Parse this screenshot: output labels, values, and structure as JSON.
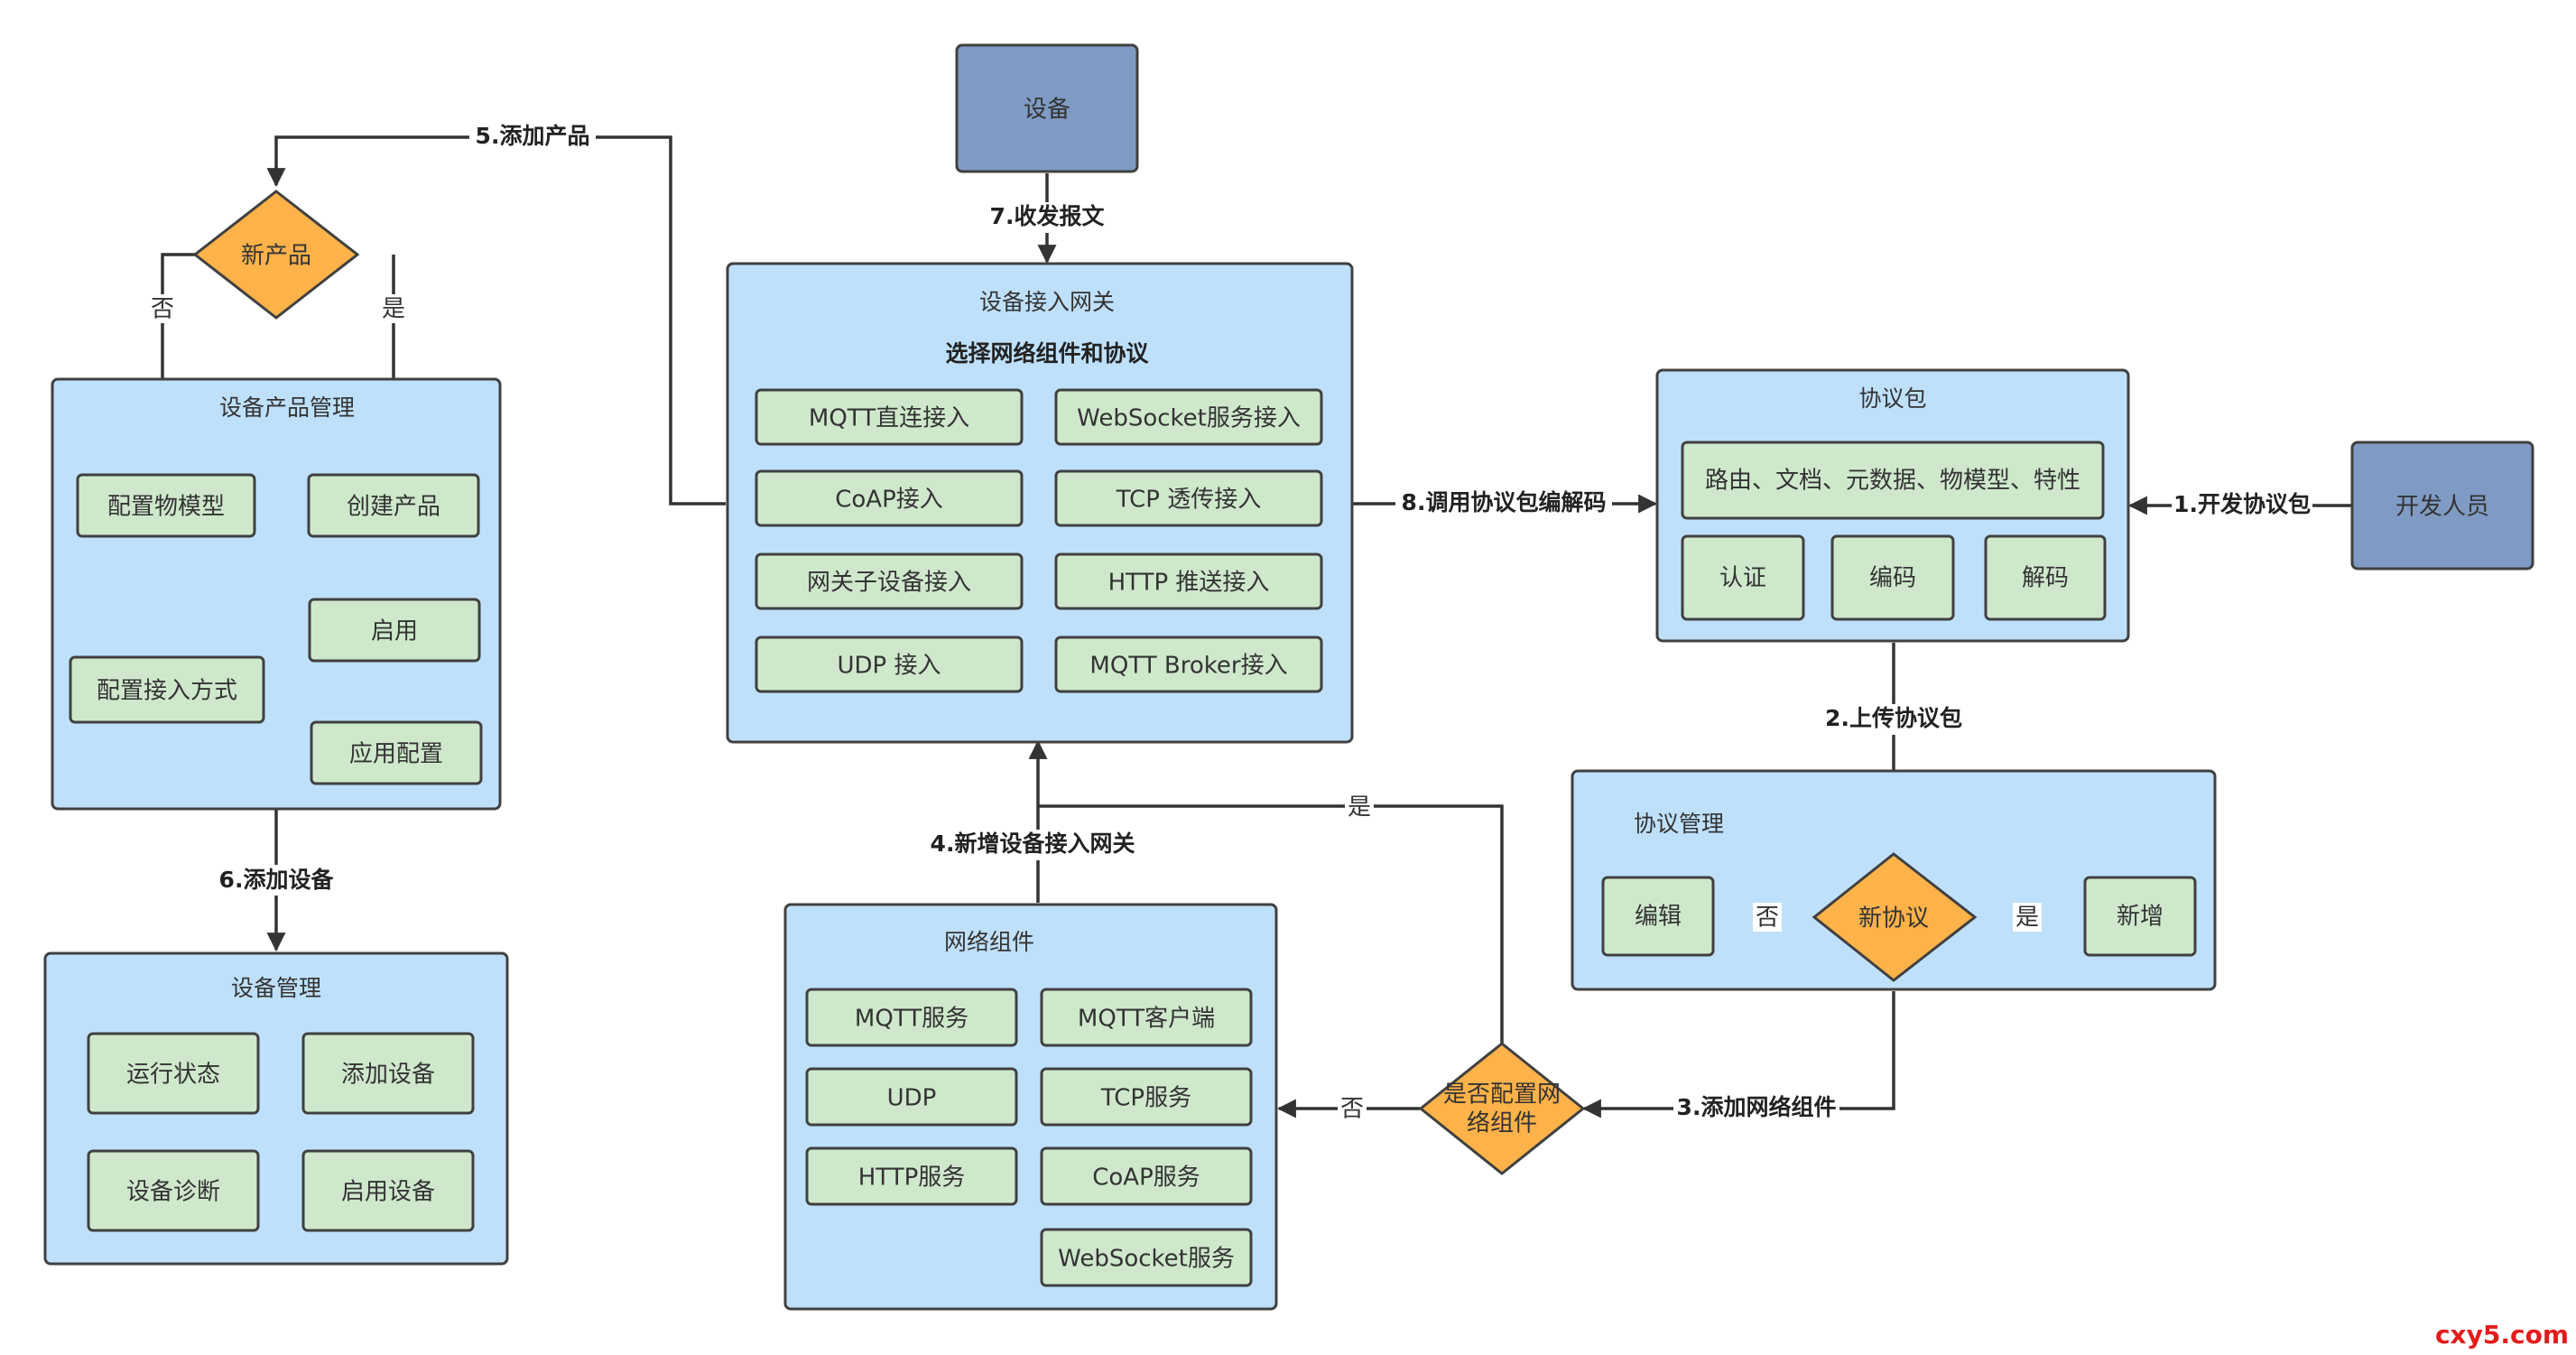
{
  "nodes": {
    "device": "设备",
    "developer": "开发人员",
    "new_product": "新产品",
    "product_mgmt_title": "设备产品管理",
    "config_model": "配置物模型",
    "create_product": "创建产品",
    "config_access": "配置接入方式",
    "enable": "启用",
    "apply_config": "应用配置",
    "device_mgmt_title": "设备管理",
    "run_status": "运行状态",
    "add_device": "添加设备",
    "device_diag": "设备诊断",
    "enable_device": "启用设备",
    "gateway_title": "设备接入网关",
    "gateway_subtitle": "选择网络组件和协议",
    "mqtt_direct": "MQTT直连接入",
    "websocket_svc_access": "WebSocket服务接入",
    "coap_access": "CoAP接入",
    "tcp_access": "TCP 透传接入",
    "gw_subdevice": "网关子设备接入",
    "http_push": "HTTP 推送接入",
    "udp_access": "UDP 接入",
    "mqtt_broker": "MQTT Broker接入",
    "protocol_pkg_title": "协议包",
    "protocol_features": "路由、文档、元数据、物模型、特性",
    "auth": "认证",
    "encode": "编码",
    "decode": "解码",
    "protocol_mgmt_title": "协议管理",
    "new_protocol": "新协议",
    "edit": "编辑",
    "add_new": "新增",
    "network_comp_title": "网络组件",
    "mqtt_service": "MQTT服务",
    "mqtt_client": "MQTT客户端",
    "udp": "UDP",
    "tcp_service": "TCP服务",
    "http_service": "HTTP服务",
    "coap_service": "CoAP服务",
    "websocket_service": "WebSocket服务",
    "config_network_q_line1": "是否配置网",
    "config_network_q_line2": "络组件"
  },
  "edges": {
    "step1": "1.开发协议包",
    "step2": "2.上传协议包",
    "step3": "3.添加网络组件",
    "step4": "4.新增设备接入网关",
    "step5": "5.添加产品",
    "step6": "6.添加设备",
    "step7": "7.收发报文",
    "step8": "8.调用协议包编解码",
    "yes": "是",
    "no": "否"
  },
  "watermark": "cxy5.com",
  "colors": {
    "container": "#bfe0fb",
    "box": "#cfe8cc",
    "actor": "#7f9bc4",
    "decision": "#fdb24a",
    "watermark": "#e31c1c"
  }
}
